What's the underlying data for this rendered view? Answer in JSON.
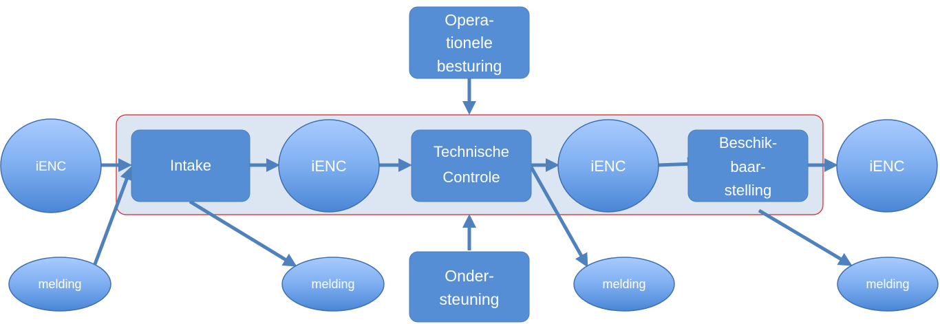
{
  "colors": {
    "box_fill": "#558ed5",
    "oval_top": "#a9cbff",
    "oval_bottom": "#4a86d6",
    "arrow": "#4f81bd",
    "container_fill": "#dce6f2",
    "container_border": "#e02020"
  },
  "nodes": {
    "operationele": [
      "Opera-",
      "tionele",
      "besturing"
    ],
    "ondersteuning": [
      "Onder-",
      "steuning"
    ],
    "intake": [
      "Intake"
    ],
    "technische": [
      "Technische",
      "Controle"
    ],
    "beschikbaar": [
      "Beschik-",
      "baar-",
      "stelling"
    ],
    "ienc_input": "iENC",
    "ienc_1": "iENC",
    "ienc_2": "iENC",
    "ienc_output": "iENC",
    "melding_1": "melding",
    "melding_2": "melding",
    "melding_3": "melding",
    "melding_4": "melding"
  }
}
